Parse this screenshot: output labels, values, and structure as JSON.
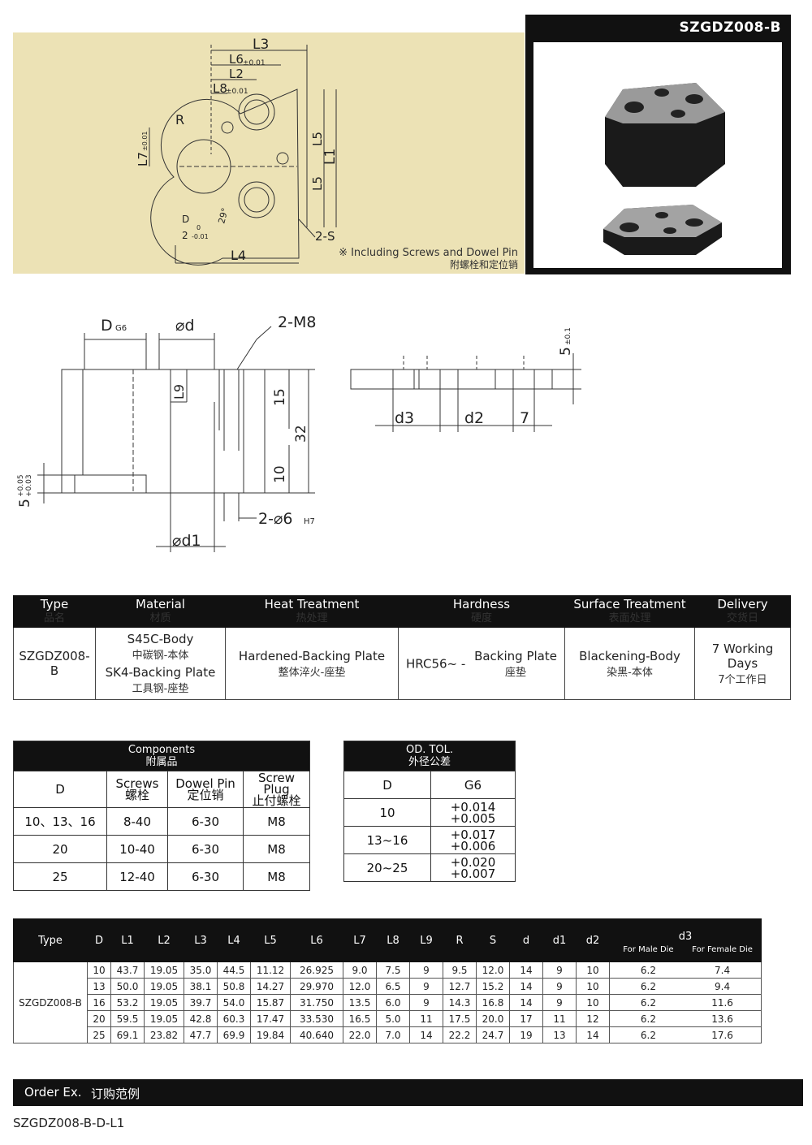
{
  "header": {
    "product_code": "SZGDZ008-B"
  },
  "top_drawing": {
    "labels": {
      "L3": "L3",
      "L6": "L6",
      "L6_tol": "±0.01",
      "L2": "L2",
      "L8": "L8",
      "L8_tol": "±0.01",
      "R": "R",
      "L7": "L7",
      "L7_tol": "±0.01",
      "L5a": "L5",
      "L5b": "L5",
      "L1": "L1",
      "angle": "29°",
      "D": "D",
      "two": "2",
      "D_tol_up": "0",
      "D_tol_low": "-0.01",
      "S": "2-S",
      "L4": "L4"
    },
    "note_en": "※ Including Screws and Dowel Pin",
    "note_zh": "附螺栓和定位销"
  },
  "side_drawing": {
    "labels": {
      "D": "D",
      "D_sub": "G6",
      "d": "⌀d",
      "m8": "2-M8",
      "L9": "L9",
      "h15": "15",
      "h32": "32",
      "h10": "10",
      "h5": "5",
      "h5_tol_up": "+0.05",
      "h5_tol_low": "+0.03",
      "pin": "2-⌀6",
      "pin_sub": "H7",
      "d1": "⌀d1",
      "d3": "d3",
      "d2": "d2",
      "w7": "7",
      "t5": "5",
      "t5_tol": "±0.1"
    }
  },
  "spec_table": {
    "headers": [
      {
        "en": "Type",
        "zh": "品名"
      },
      {
        "en": "Material",
        "zh": "材质"
      },
      {
        "en": "Heat Treatment",
        "zh": "热处理"
      },
      {
        "en": "Hardness",
        "zh": "硬度"
      },
      {
        "en": "Surface Treatment",
        "zh": "表面处理"
      },
      {
        "en": "Delivery",
        "zh": "交货日"
      }
    ],
    "type": "SZGDZ008-B",
    "material": {
      "en1": "S45C-Body",
      "zh1": "中碳钢-本体",
      "en2": "SK4-Backing Plate",
      "zh2": "工具钢-座垫"
    },
    "heat": {
      "en": "Hardened-Backing Plate",
      "zh": "整体淬火-座垫"
    },
    "hardness": {
      "value": "HRC56~ -",
      "en": "Backing Plate",
      "zh": "座垫"
    },
    "surface": {
      "en": "Blackening-Body",
      "zh": "染黑-本体"
    },
    "delivery": {
      "en": "7 Working Days",
      "zh": "7个工作日"
    }
  },
  "components": {
    "title_en": "Components",
    "title_zh": "附属品",
    "col_D": "D",
    "col_screws": {
      "en": "Screws",
      "zh": "螺栓"
    },
    "col_dowel": {
      "en": "Dowel Pin",
      "zh": "定位销"
    },
    "col_plug": {
      "en": "Screw Plug",
      "zh": "止付螺栓"
    },
    "rows": [
      {
        "D": "10、13、16",
        "screws": "8-40",
        "dowel": "6-30",
        "plug": "M8"
      },
      {
        "D": "20",
        "screws": "10-40",
        "dowel": "6-30",
        "plug": "M8"
      },
      {
        "D": "25",
        "screws": "12-40",
        "dowel": "6-30",
        "plug": "M8"
      }
    ]
  },
  "tolerance": {
    "title_en": "OD. TOL.",
    "title_zh": "外径公差",
    "col_D": "D",
    "col_G6": "G6",
    "rows": [
      {
        "D": "10",
        "up": "+0.014",
        "low": "+0.005"
      },
      {
        "D": "13~16",
        "up": "+0.017",
        "low": "+0.006"
      },
      {
        "D": "20~25",
        "up": "+0.020",
        "low": "+0.007"
      }
    ]
  },
  "dim_table": {
    "headers": [
      "Type",
      "D",
      "L1",
      "L2",
      "L3",
      "L4",
      "L5",
      "L6",
      "L7",
      "L8",
      "L9",
      "R",
      "S",
      "d",
      "d1",
      "d2"
    ],
    "d3_header": "d3",
    "d3_male": "For Male Die",
    "d3_female": "For Female Die",
    "type": "SZGDZ008-B",
    "rows": [
      [
        "10",
        "43.7",
        "19.05",
        "35.0",
        "44.5",
        "11.12",
        "26.925",
        "9.0",
        "7.5",
        "9",
        "9.5",
        "12.0",
        "14",
        "9",
        "10",
        "6.2",
        "7.4"
      ],
      [
        "13",
        "50.0",
        "19.05",
        "38.1",
        "50.8",
        "14.27",
        "29.970",
        "12.0",
        "6.5",
        "9",
        "12.7",
        "15.2",
        "14",
        "9",
        "10",
        "6.2",
        "9.4"
      ],
      [
        "16",
        "53.2",
        "19.05",
        "39.7",
        "54.0",
        "15.87",
        "31.750",
        "13.5",
        "6.0",
        "9",
        "14.3",
        "16.8",
        "14",
        "9",
        "10",
        "6.2",
        "11.6"
      ],
      [
        "20",
        "59.5",
        "19.05",
        "42.8",
        "60.3",
        "17.47",
        "33.530",
        "16.5",
        "5.0",
        "11",
        "17.5",
        "20.0",
        "17",
        "11",
        "12",
        "6.2",
        "13.6"
      ],
      [
        "25",
        "69.1",
        "23.82",
        "47.7",
        "69.9",
        "19.84",
        "40.640",
        "22.0",
        "7.0",
        "14",
        "22.2",
        "24.7",
        "19",
        "13",
        "14",
        "6.2",
        "17.6"
      ]
    ]
  },
  "order": {
    "label_en": "Order Ex.",
    "label_zh": "订购范例",
    "code": "SZGDZ008-B-D-L1"
  }
}
